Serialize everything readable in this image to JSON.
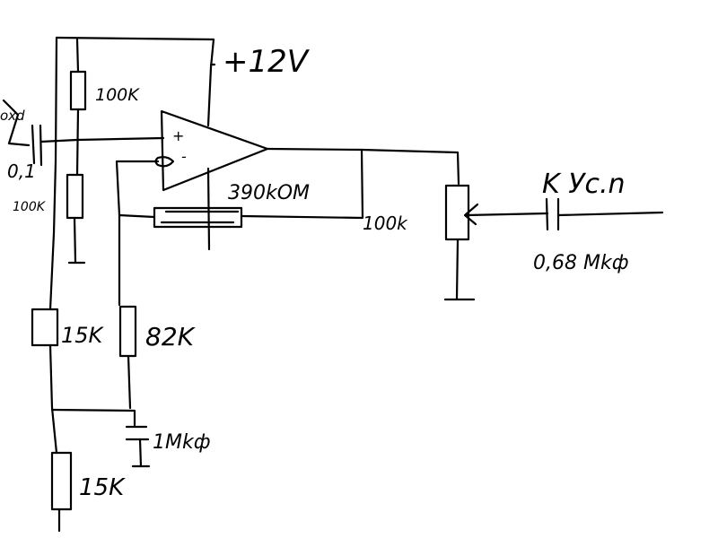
{
  "schematic": {
    "supply_label": "+12V",
    "input_label_top": "oxd",
    "input_cap_label": "0,1",
    "r_top_bias_label": "100K",
    "r_bottom_bias_label": "100K",
    "opamp_plus": "+",
    "opamp_minus": "-",
    "feedback_resistor_label": "390kOM",
    "pot_label": "100k",
    "r_divider_top_label": "15K",
    "r_gain_label": "82K",
    "cap_bypass_label": "1Mkф",
    "r_divider_bottom_label": "15K",
    "output_label": "K Ус.n",
    "output_cap_label": "0,68 Mkф"
  },
  "colors": {
    "ink": "#000000",
    "background": "#ffffff"
  }
}
